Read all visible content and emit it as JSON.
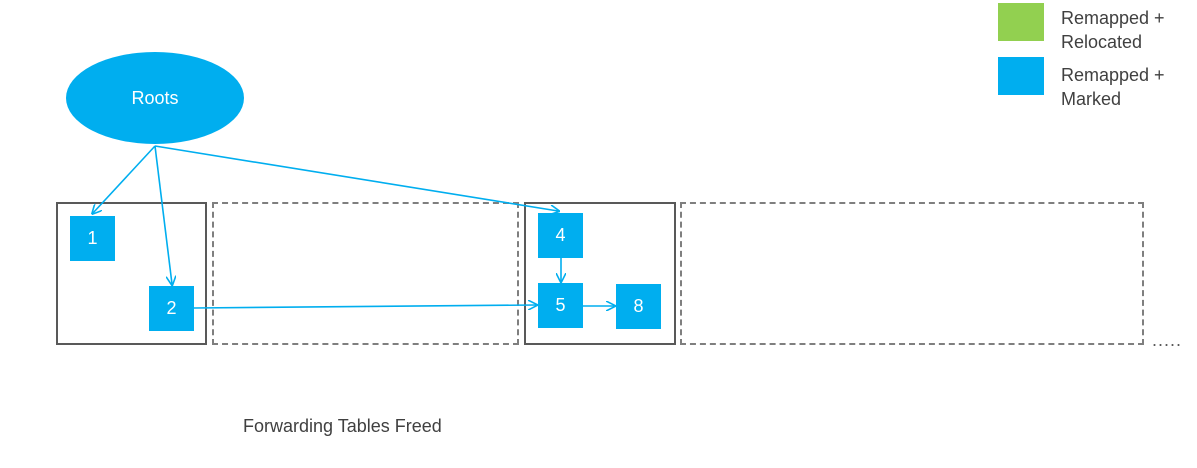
{
  "roots_label": "Roots",
  "objects": [
    {
      "id": "1",
      "label": "1"
    },
    {
      "id": "2",
      "label": "2"
    },
    {
      "id": "4",
      "label": "4"
    },
    {
      "id": "5",
      "label": "5"
    },
    {
      "id": "8",
      "label": "8"
    }
  ],
  "legend": [
    {
      "label": "Remapped +\nRelocated",
      "color": "#92d050"
    },
    {
      "label": "Remapped +\nMarked",
      "color": "#00aeef"
    }
  ],
  "ellipsis": ".....",
  "caption": "Forwarding Tables Freed",
  "colors": {
    "object": "#00aeef",
    "arrow": "#00aeef",
    "region_border": "#595959",
    "dashed_border": "#7f7f7f"
  }
}
